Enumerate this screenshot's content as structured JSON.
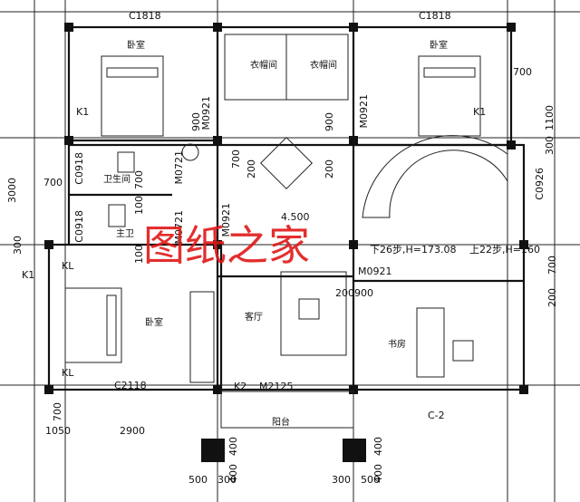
{
  "windows": {
    "top_left": "C1818",
    "top_right": "C1818",
    "bottom_left": "C2118",
    "right_side": "C0926",
    "right_bottom": "C-2",
    "bath_upper": "C0918",
    "bath_lower": "C0918"
  },
  "doors": {
    "m0921_left": "M0921",
    "m0921_right": "M0921",
    "m0921_mid": "M0921",
    "m0721_upper": "M0721",
    "m0721_lower": "M0721",
    "m0921_v1": "M0921",
    "m2125": "M2125"
  },
  "markers": {
    "k1_top_left": "K1",
    "k1_top_right": "K1",
    "k1_left": "K1",
    "kl_upper": "KL",
    "kl_lower": "KL",
    "k2": "K2"
  },
  "rooms": {
    "bedroom_top_left": "卧室",
    "bedroom_top_right": "卧室",
    "bedroom_left": "卧室",
    "closet_left": "衣帽间",
    "closet_right": "衣帽间",
    "bathroom": "卫生间",
    "master_bath": "主卫",
    "living_room": "客厅",
    "study": "书房",
    "balcony": "阳台"
  },
  "level": "4.500",
  "stairs": {
    "down": "下26步,H=173.08",
    "up": "上22步,H=160"
  },
  "dimensions": {
    "d_700_tr": "700",
    "d_1100": "1100",
    "d_300_r": "300",
    "d_900_a": "900",
    "d_900_b": "900",
    "d_700_a": "700",
    "d_200_a": "200",
    "d_200_b": "200",
    "d_3000": "3000",
    "d_700_l": "700",
    "d_300_l": "300",
    "d_700_bath": "700",
    "d_100_a": "100",
    "d_100_b": "100",
    "d_200900": "200900",
    "d_700_r2": "700",
    "d_200_r2": "200",
    "d_700_bl": "700",
    "d_1050": "1050",
    "d_2900": "2900",
    "d_400_a": "400",
    "d_400_b": "400",
    "d_400_c": "400",
    "d_400_d": "400",
    "d_500_a": "500",
    "d_300_a": "300",
    "d_300_b": "300",
    "d_500_b": "500"
  },
  "watermark": "图纸之家"
}
